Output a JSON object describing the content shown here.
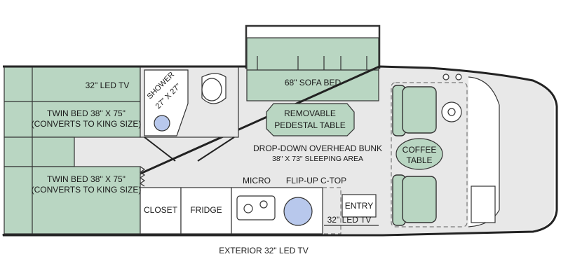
{
  "labels": {
    "led_tv_bedroom": "32\" LED TV",
    "twin_bed_top_line1": "TWIN BED 38\" X 75\"",
    "twin_bed_top_line2": "(CONVERTS TO KING SIZE)",
    "twin_bed_bottom_line1": "TWIN BED 38\" X 75\"",
    "twin_bed_bottom_line2": "(CONVERTS TO KING SIZE)",
    "shower_line1": "SHOWER",
    "shower_line2": "27\" X 27\"",
    "sofa_bed": "68\" SOFA BED",
    "pedestal_table_line1": "REMOVABLE",
    "pedestal_table_line2": "PEDESTAL TABLE",
    "overhead_bunk_line1": "DROP-DOWN OVERHEAD BUNK",
    "overhead_bunk_line2": "38\" X 73\" SLEEPING AREA",
    "coffee_table_line1": "COFFEE",
    "coffee_table_line2": "TABLE",
    "closet": "CLOSET",
    "fridge": "FRIDGE",
    "micro": "MICRO",
    "flip_up_ctop": "FLIP-UP C-TOP",
    "entry": "ENTRY",
    "led_tv_entry": "32\" LED TV",
    "exterior_tv": "EXTERIOR 32\" LED TV"
  },
  "colors": {
    "bed_fill": "#b9d6c2",
    "floor_fill": "#e8e8e8",
    "sink_fill": "#b8c8ec",
    "wall": "#222222"
  }
}
